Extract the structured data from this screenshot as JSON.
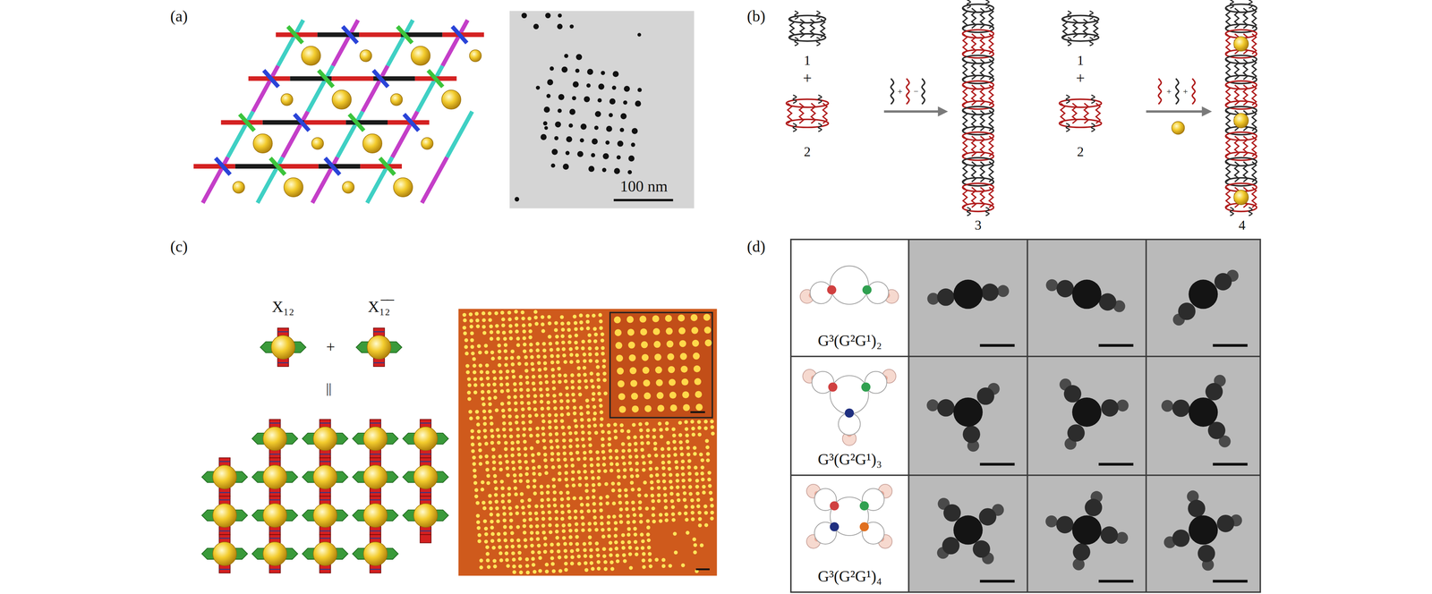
{
  "diagram": {
    "nodes": [
      {
        "text": [
          "G³(G²G¹)₂"
        ]
      },
      {
        "text": [
          "G³(G²G¹)₃"
        ]
      },
      {
        "text": [
          "G³(G²G¹)₄"
        ]
      }
    ],
    "labels": [
      "(a)",
      "100 nm",
      "(b)",
      "1",
      "+",
      "2",
      "+",
      "−",
      "3",
      "1",
      "+",
      "2",
      "+",
      "+",
      "4",
      "(c)",
      "X₁₂",
      "X₁̅₂̅",
      "+",
      "||",
      "(d)"
    ]
  }
}
